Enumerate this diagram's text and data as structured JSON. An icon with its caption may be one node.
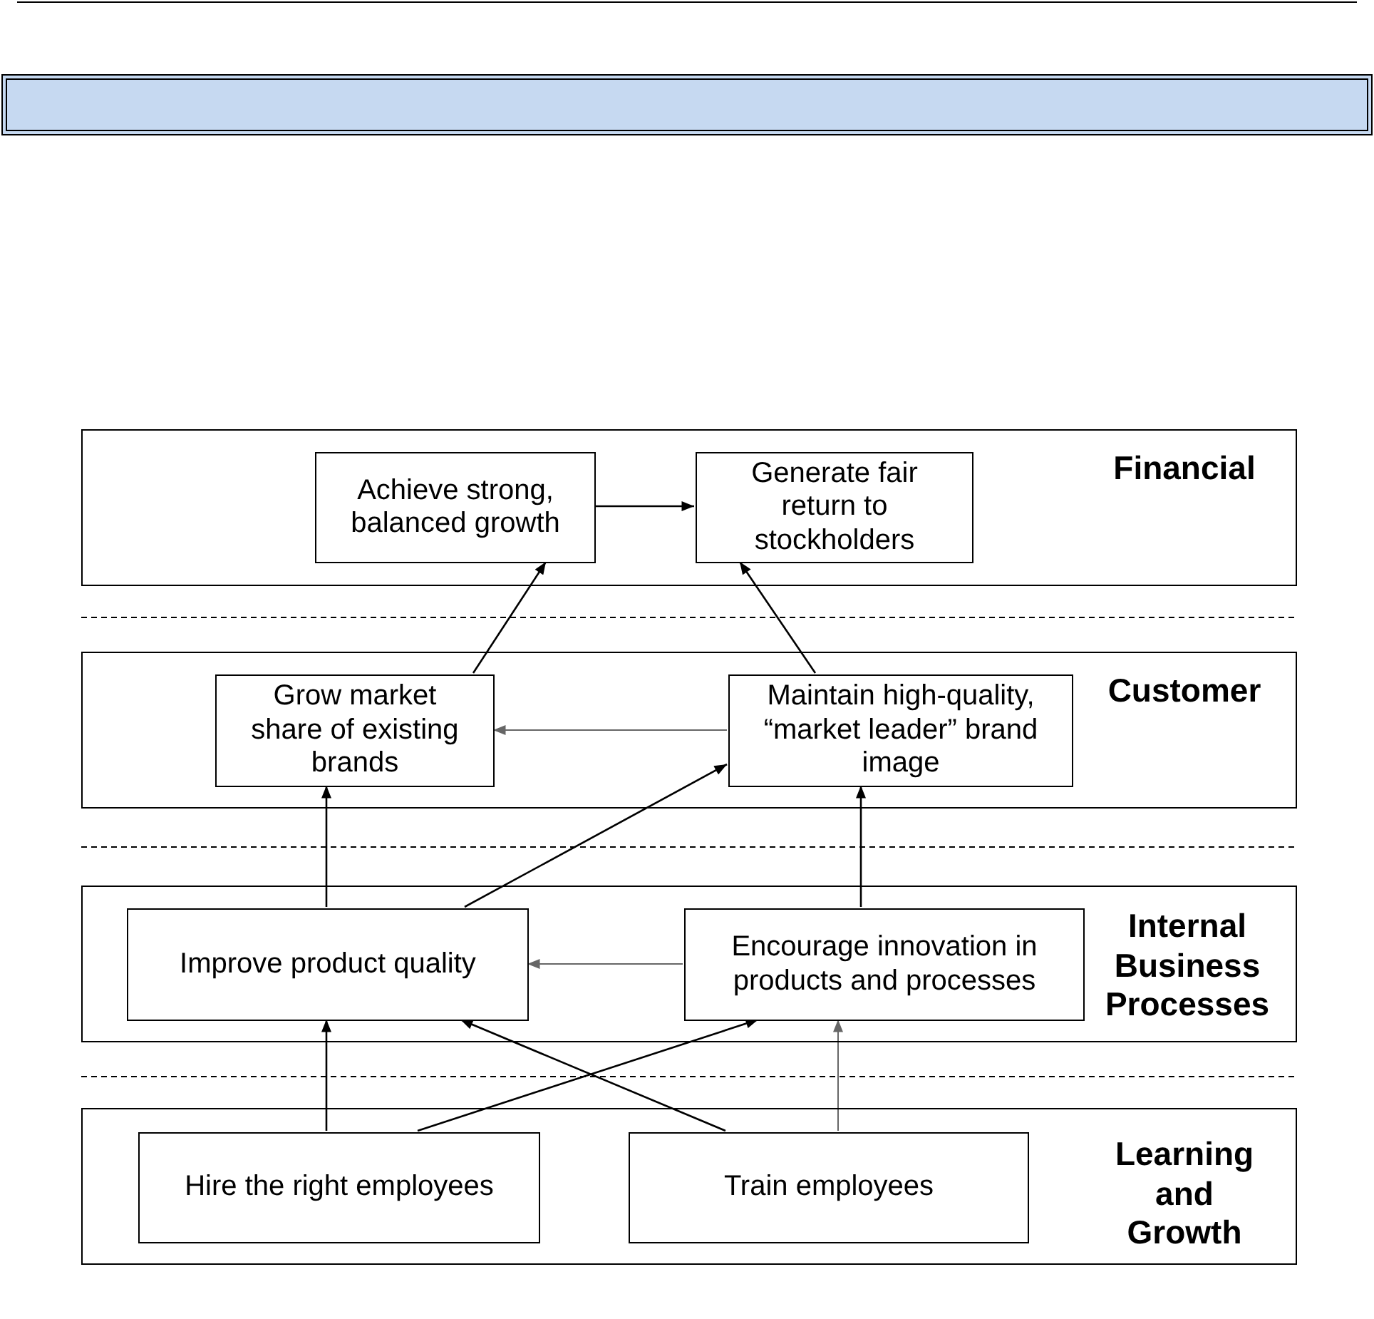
{
  "diagram": {
    "nodes": [
      {
        "text": [
          "Financial"
        ]
      },
      {
        "text": [
          "Achieve strong, balanced growth"
        ],
        "in": 0
      },
      {
        "text": [
          "Generate fair return to stockholders"
        ],
        "in": 0
      },
      {
        "text": [
          "Customer"
        ]
      },
      {
        "text": [
          "Grow market share of existing brands"
        ],
        "in": 3
      },
      {
        "text": [
          "Maintain high-quality, “market leader” brand image"
        ],
        "in": 3
      },
      {
        "text": [
          "Internal Business Processes"
        ]
      },
      {
        "text": [
          "Improve product quality"
        ],
        "in": 6
      },
      {
        "text": [
          "Encourage innovation in products and processes"
        ],
        "in": 6
      },
      {
        "text": [
          "Learning and Growth"
        ]
      },
      {
        "text": [
          "Hire the right employees"
        ],
        "in": 9
      },
      {
        "text": [
          "Train employees"
        ],
        "in": 9
      }
    ],
    "edges": [
      {
        "from": 1,
        "to": 2,
        "arrow": "to"
      },
      {
        "from": 4,
        "to": 1,
        "arrow": "to"
      },
      {
        "from": 5,
        "to": 2,
        "arrow": "to"
      },
      {
        "from": 5,
        "to": 4,
        "arrow": "to",
        "color": "#666666"
      },
      {
        "from": 7,
        "to": 4,
        "arrow": "to"
      },
      {
        "from": 7,
        "to": 5,
        "arrow": "to"
      },
      {
        "from": 8,
        "to": 5,
        "arrow": "to"
      },
      {
        "from": 8,
        "to": 7,
        "arrow": "to",
        "color": "#666666"
      },
      {
        "from": 10,
        "to": 7,
        "arrow": "to"
      },
      {
        "from": 10,
        "to": 8,
        "arrow": "to"
      },
      {
        "from": 11,
        "to": 7,
        "arrow": "to"
      },
      {
        "from": 11,
        "to": 8,
        "arrow": "to",
        "color": "#666666"
      }
    ]
  }
}
